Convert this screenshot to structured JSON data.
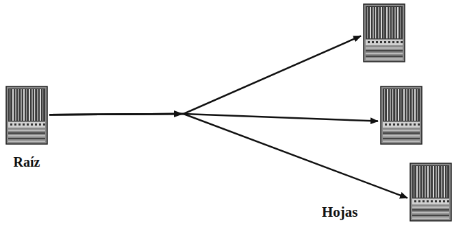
{
  "diagram": {
    "nodes": [
      {
        "text": [
          "Raíz"
        ]
      },
      {
        "text": []
      },
      {
        "text": []
      },
      {
        "text": []
      }
    ],
    "edges": [
      {
        "from": 0,
        "to": 1,
        "arrow": "to"
      },
      {
        "from": 0,
        "to": 2,
        "arrow": "to"
      },
      {
        "from": 0,
        "to": 3,
        "arrow": "to"
      }
    ],
    "labels": [
      "Hojas"
    ]
  }
}
